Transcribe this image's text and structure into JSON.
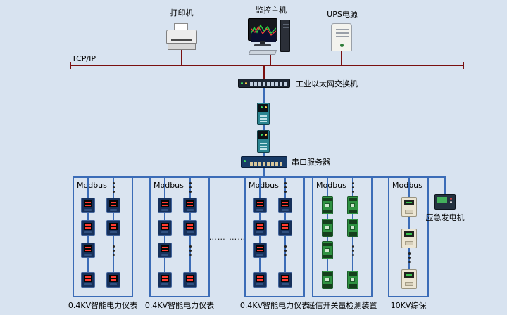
{
  "colors": {
    "background": "#d8e3f0",
    "tcp_bus": "#7a1010",
    "network_line": "#3b6cb7"
  },
  "top": {
    "printer_label": "打印机",
    "monitor_label": "监控主机",
    "ups_label": "UPS电源"
  },
  "tcpip": {
    "label": "TCP/IP"
  },
  "switch": {
    "label": "工业以太网交换机"
  },
  "serial_server": {
    "label": "串口服务器"
  },
  "generator": {
    "label": "应急发电机"
  },
  "columns": [
    {
      "label": "Modbus",
      "caption": "0.4KV智能电力仪表"
    },
    {
      "label": "Modbus",
      "caption": "0.4KV智能电力仪表"
    },
    {
      "label": "Modbus",
      "caption": "0.4KV智能电力仪表"
    },
    {
      "label": "Modbus",
      "caption": "遥信开关量检测装置"
    },
    {
      "label": "Modbus",
      "caption": "10KV综保"
    }
  ],
  "ellipsis": {
    "horizontal": "……  ……"
  }
}
